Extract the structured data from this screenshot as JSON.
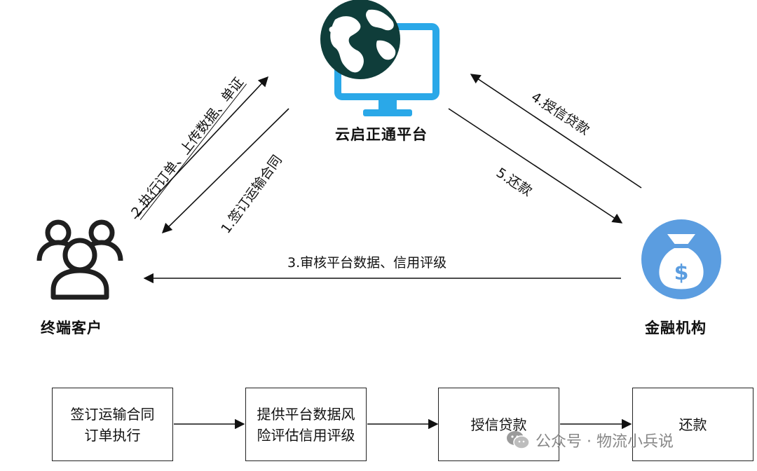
{
  "nodes": {
    "platform": {
      "label": "云启正通平台",
      "icon": "globe-monitor-icon"
    },
    "customer": {
      "label": "终端客户",
      "icon": "users-icon"
    },
    "finance": {
      "label": "金融机构",
      "icon": "money-bag-icon"
    }
  },
  "edges": [
    {
      "id": "e1",
      "label": "1.签订运输合同",
      "from": "platform",
      "to": "customer"
    },
    {
      "id": "e2",
      "label": "2.执行订单、上传数据、单证",
      "from": "customer",
      "to": "platform"
    },
    {
      "id": "e3",
      "label": "3.审核平台数据、信用评级",
      "from": "finance",
      "to": "customer"
    },
    {
      "id": "e4",
      "label": "4.授信贷款",
      "from": "finance",
      "to": "platform"
    },
    {
      "id": "e5",
      "label": "5.还款",
      "from": "platform",
      "to": "finance"
    }
  ],
  "flow": [
    {
      "lines": [
        "签订运输合同",
        "订单执行"
      ]
    },
    {
      "lines": [
        "提供平台数据风",
        "险评估信用评级"
      ]
    },
    {
      "lines": [
        "授信贷款"
      ]
    },
    {
      "lines": [
        "还款"
      ]
    }
  ],
  "money_symbol": "$",
  "watermark": {
    "text": "公众号 · 物流小兵说",
    "icon": "wechat-icon"
  },
  "colors": {
    "icon_dark": "#0f3d3a",
    "monitor_blue": "#2aa8e8",
    "coin_blue": "#5b9de0"
  }
}
